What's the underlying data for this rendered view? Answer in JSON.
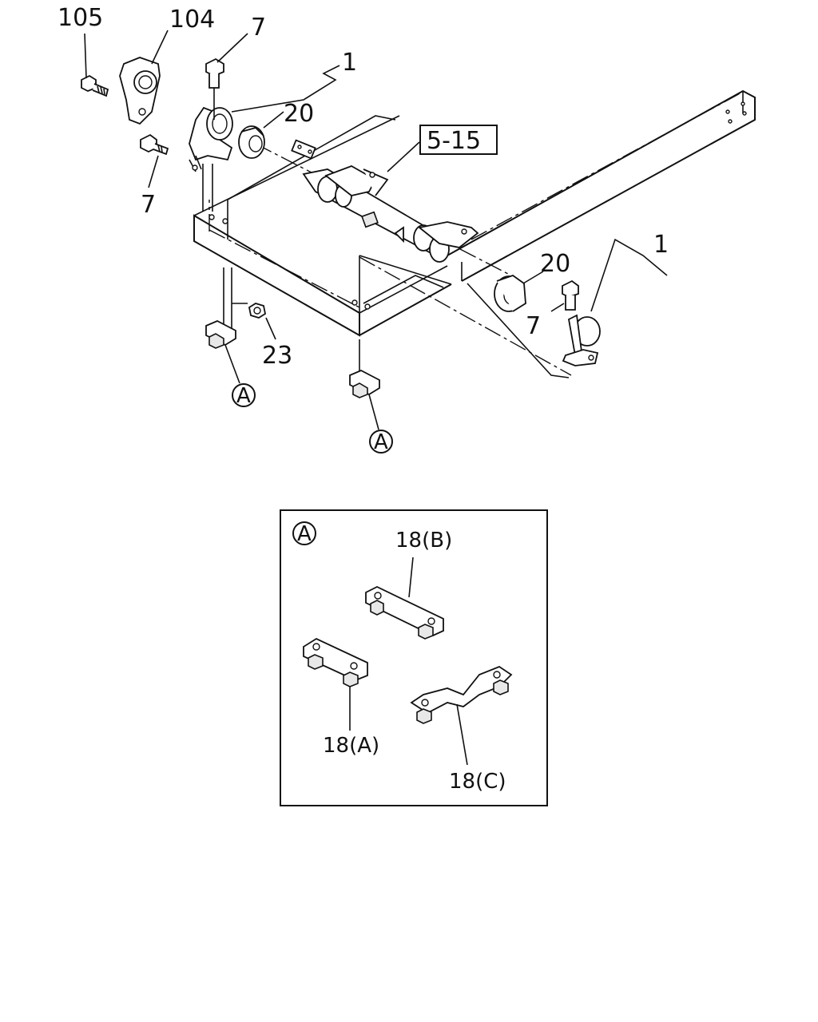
{
  "callouts": {
    "c105": "105",
    "c104": "104",
    "c7_top": "7",
    "c1_top": "1",
    "c20_top": "20",
    "c7_left": "7",
    "ref_5_15": "5-15",
    "c1_right": "1",
    "c20_right": "20",
    "c7_right": "7",
    "c23": "23",
    "a_left": "A",
    "a_center": "A"
  },
  "detail_a": {
    "marker": "A",
    "b_label": "18(B)",
    "a_label": "18(A)",
    "c_label": "18(C)"
  }
}
